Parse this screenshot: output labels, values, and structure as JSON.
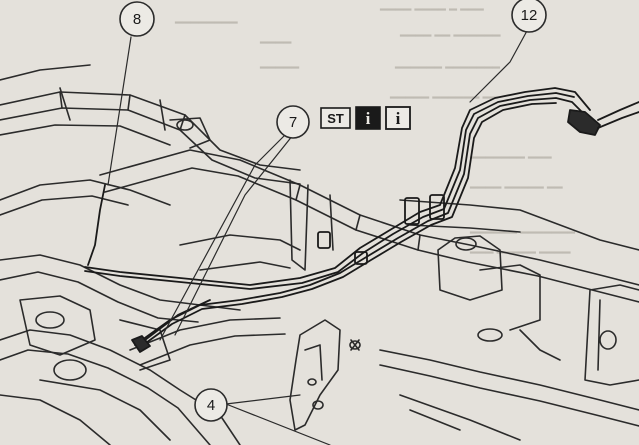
{
  "callouts": [
    {
      "id": "callout-8",
      "label": "8"
    },
    {
      "id": "callout-12",
      "label": "12"
    },
    {
      "id": "callout-7",
      "label": "7"
    },
    {
      "id": "callout-4",
      "label": "4"
    }
  ],
  "symbols": {
    "st": "ST",
    "info_1": "i",
    "info_2": "i"
  }
}
